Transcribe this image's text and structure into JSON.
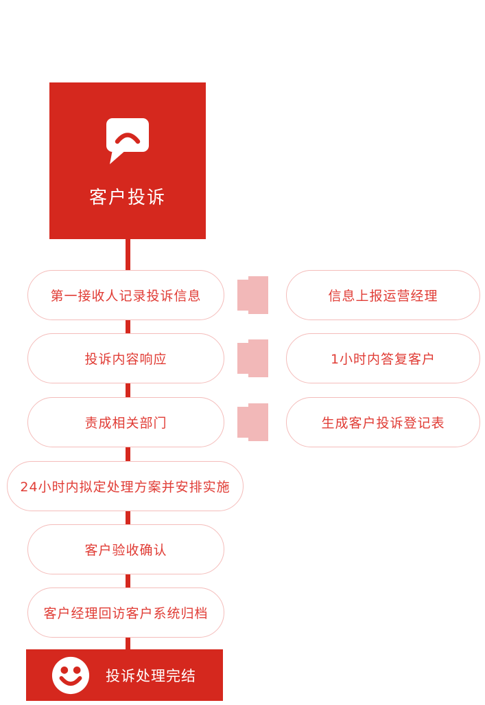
{
  "colors": {
    "primary_red": "#d5281e",
    "pill_text_red": "#e03c35",
    "pill_border_pink": "#f4bcba",
    "connector_pink": "#f2b8b8",
    "background": "#ffffff"
  },
  "flow": {
    "start": {
      "label": "客户投诉",
      "icon": "speech-bubble-frown-icon"
    },
    "left_steps": [
      {
        "label": "第一接收人记录投诉信息"
      },
      {
        "label": "投诉内容响应"
      },
      {
        "label": "责成相关部门"
      },
      {
        "label": "24小时内拟定处理方案并安排实施"
      },
      {
        "label": "客户验收确认"
      },
      {
        "label": "客户经理回访客户系统归档"
      }
    ],
    "right_steps": [
      {
        "label": "信息上报运营经理"
      },
      {
        "label": "1小时内答复客户"
      },
      {
        "label": "生成客户投诉登记表"
      }
    ],
    "end": {
      "label": "投诉处理完结",
      "icon": "smiley-face-icon"
    }
  }
}
